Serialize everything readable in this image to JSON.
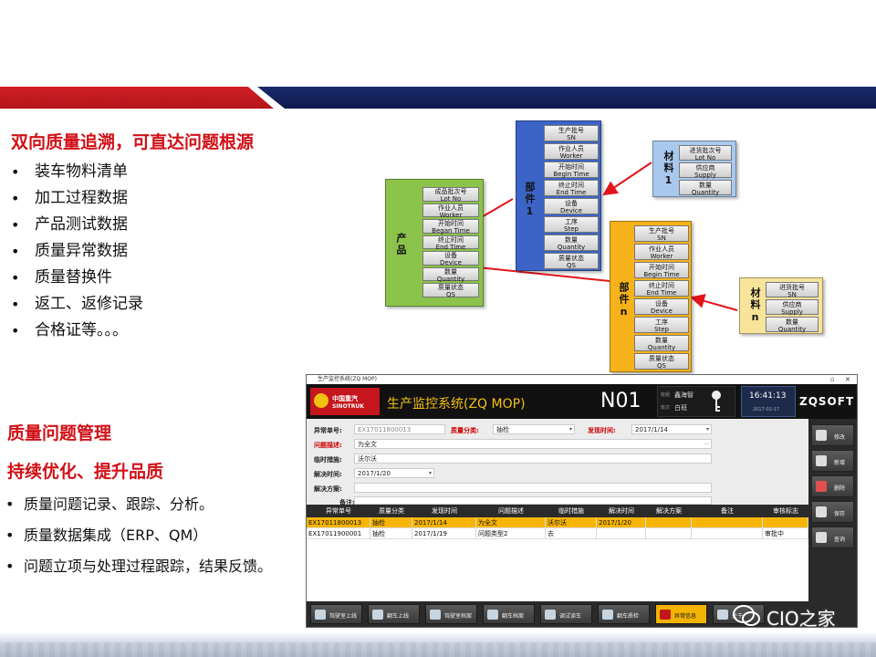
{
  "heading1": "双向质量追溯，可直达问题根源",
  "bullets1": [
    "装车物料清单",
    "加工过程数据",
    "产品测试数据",
    "质量异常数据",
    "质量替换件",
    "返工、返修记录",
    "合格证等。。。"
  ],
  "heading2": "质量问题管理",
  "heading3": "持续优化、提升品质",
  "bullets2": [
    "质量问题记录、跟踪、分析。",
    "质量数据集成（ERP、QM）",
    "问题立项与处理过程跟踪，结果反馈。"
  ],
  "diagram": {
    "product": {
      "title": "产品",
      "cells": [
        [
          "成品批次号",
          "Lot No"
        ],
        [
          "作业人员",
          "Worker"
        ],
        [
          "开始时间",
          "Began Time"
        ],
        [
          "终止时间",
          "End Time"
        ],
        [
          "设备",
          "Device"
        ],
        [
          "数量",
          "Quantity"
        ],
        [
          "质量状态",
          "QS"
        ]
      ]
    },
    "part1": {
      "title": "部件1",
      "cells": [
        [
          "生产批号",
          "SN"
        ],
        [
          "作业人员",
          "Worker"
        ],
        [
          "开始时间",
          "Begin Time"
        ],
        [
          "终止时间",
          "End Time"
        ],
        [
          "设备",
          "Device"
        ],
        [
          "工序",
          "Step"
        ],
        [
          "数量",
          "Quantity"
        ],
        [
          "质量状态",
          "QS"
        ]
      ]
    },
    "partn": {
      "title": "部件n",
      "cells": [
        [
          "生产批号",
          "SN"
        ],
        [
          "作业人员",
          "Worker"
        ],
        [
          "开始时间",
          "Begin Time"
        ],
        [
          "终止时间",
          "End Time"
        ],
        [
          "设备",
          "Device"
        ],
        [
          "工序",
          "Step"
        ],
        [
          "数量",
          "Quantity"
        ],
        [
          "质量状态",
          "QS"
        ]
      ]
    },
    "mat1": {
      "title": "材料1",
      "cells": [
        [
          "进货批次号",
          "Lot No"
        ],
        [
          "供应商",
          "Supply"
        ],
        [
          "数量",
          "Quantity"
        ]
      ]
    },
    "matn": {
      "title": "材料n",
      "cells": [
        [
          "进货批号",
          "SN"
        ],
        [
          "供应商",
          "Supply"
        ],
        [
          "数量",
          "Quantity"
        ]
      ]
    },
    "colors": {
      "product": "#8cc34a",
      "part1": "#3b64c6",
      "partn": "#f5b21a",
      "mat1": "#a9c8ee",
      "matn": "#f7e39a",
      "arrow": "#e3141b"
    }
  },
  "app": {
    "window_title": "生产监控系统(ZQ MOP)",
    "logo_top": "中国重汽",
    "logo_bottom": "SINOTRUK",
    "title": "生产监控系统(ZQ MOP)",
    "station": "N01",
    "user_label1": "班组",
    "user_name": "鑫海智",
    "user_label2": "班次",
    "shift": "白班",
    "time": "16:41:13",
    "date": "2017-02-17",
    "brand": "ZQSOFT",
    "form": {
      "no_label": "异常单号:",
      "no_value": "EX17011800013",
      "cat_label": "质量分类:",
      "cat_value": "抽检",
      "time_label": "发现时间:",
      "time_value": "2017/1/14",
      "desc_label": "问题描述:",
      "desc_value": "为全文",
      "temp_label": "临时措施:",
      "temp_value": "沃尔沃",
      "solve_label": "解决时间:",
      "solve_value": "2017/1/20",
      "plan_label": "解决方案:",
      "plan_value": "",
      "note_label": "备注:",
      "note_value": ""
    },
    "side_buttons": [
      "修改",
      "新增",
      "删除",
      "保存",
      "查询"
    ],
    "columns": [
      "异常单号",
      "质量分类",
      "发现时间",
      "问题描述",
      "临时措施",
      "解决时间",
      "解决方案",
      "备注",
      "审核标志"
    ],
    "rows": [
      [
        "EX17011800013",
        "抽检",
        "2017/1/14",
        "为全文",
        "沃尔沃",
        "2017/1/20",
        "",
        "",
        ""
      ],
      [
        "EX17011900001",
        "抽检",
        "2017/1/19",
        "问题类型2",
        "去",
        "",
        "",
        "",
        "审批中"
      ]
    ],
    "bottom_buttons": [
      "驾驶室上线",
      "翻车上线",
      "驾驶室档案",
      "翻车档案",
      "调试读车",
      "翻车质检",
      "异常信息",
      "关于"
    ]
  },
  "watermark": "CIO之家"
}
